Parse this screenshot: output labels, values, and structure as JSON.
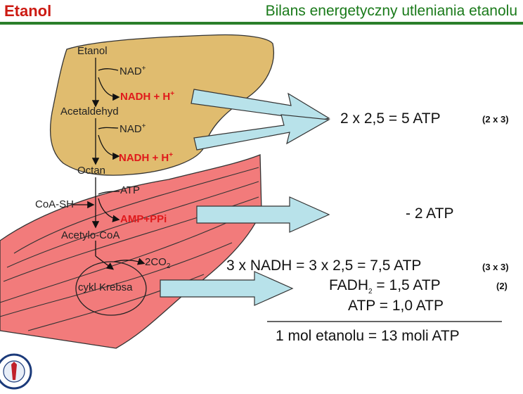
{
  "header": {
    "title_left": "Etanol",
    "title_right": "Bilans energetyczny utleniania etanolu"
  },
  "pathway": {
    "etanol": "Etanol",
    "nad1": "NAD",
    "nad_sup": "+",
    "nadh1": "NADH + H",
    "h_sup": "+",
    "acetaldehyd": "Acetaldehyd",
    "nad2": "NAD",
    "nadh2": "NADH + H",
    "octan": "Octan",
    "coash": "CoA-SH",
    "atp": "ATP",
    "amp": "AMP+PPi",
    "acetylocoa": "Acetylo-CoA",
    "co2": "2CO",
    "co2_sub": "2",
    "krebs": "cykl Krebsa"
  },
  "results": {
    "r1": "2 x 2,5 = 5 ATP",
    "r1_tag": "(2 x 3)",
    "r2": "- 2 ATP",
    "r3": "3 x NADH = 3 x 2,5 = 7,5 ATP",
    "r3_tag": "(3 x 3)",
    "r4_a": "FADH",
    "r4_sub": "2",
    "r4_b": " = 1,5 ATP",
    "r4_tag": "(2)",
    "r5": "ATP = 1,0 ATP",
    "total": "1 mol etanolu = 13 moli ATP"
  },
  "colors": {
    "liver": "#e0bc6f",
    "muscle": "#f27b7b",
    "arrow": "#b8e2ea",
    "title_red": "#cc1a12",
    "title_green": "#1a7a1a"
  }
}
